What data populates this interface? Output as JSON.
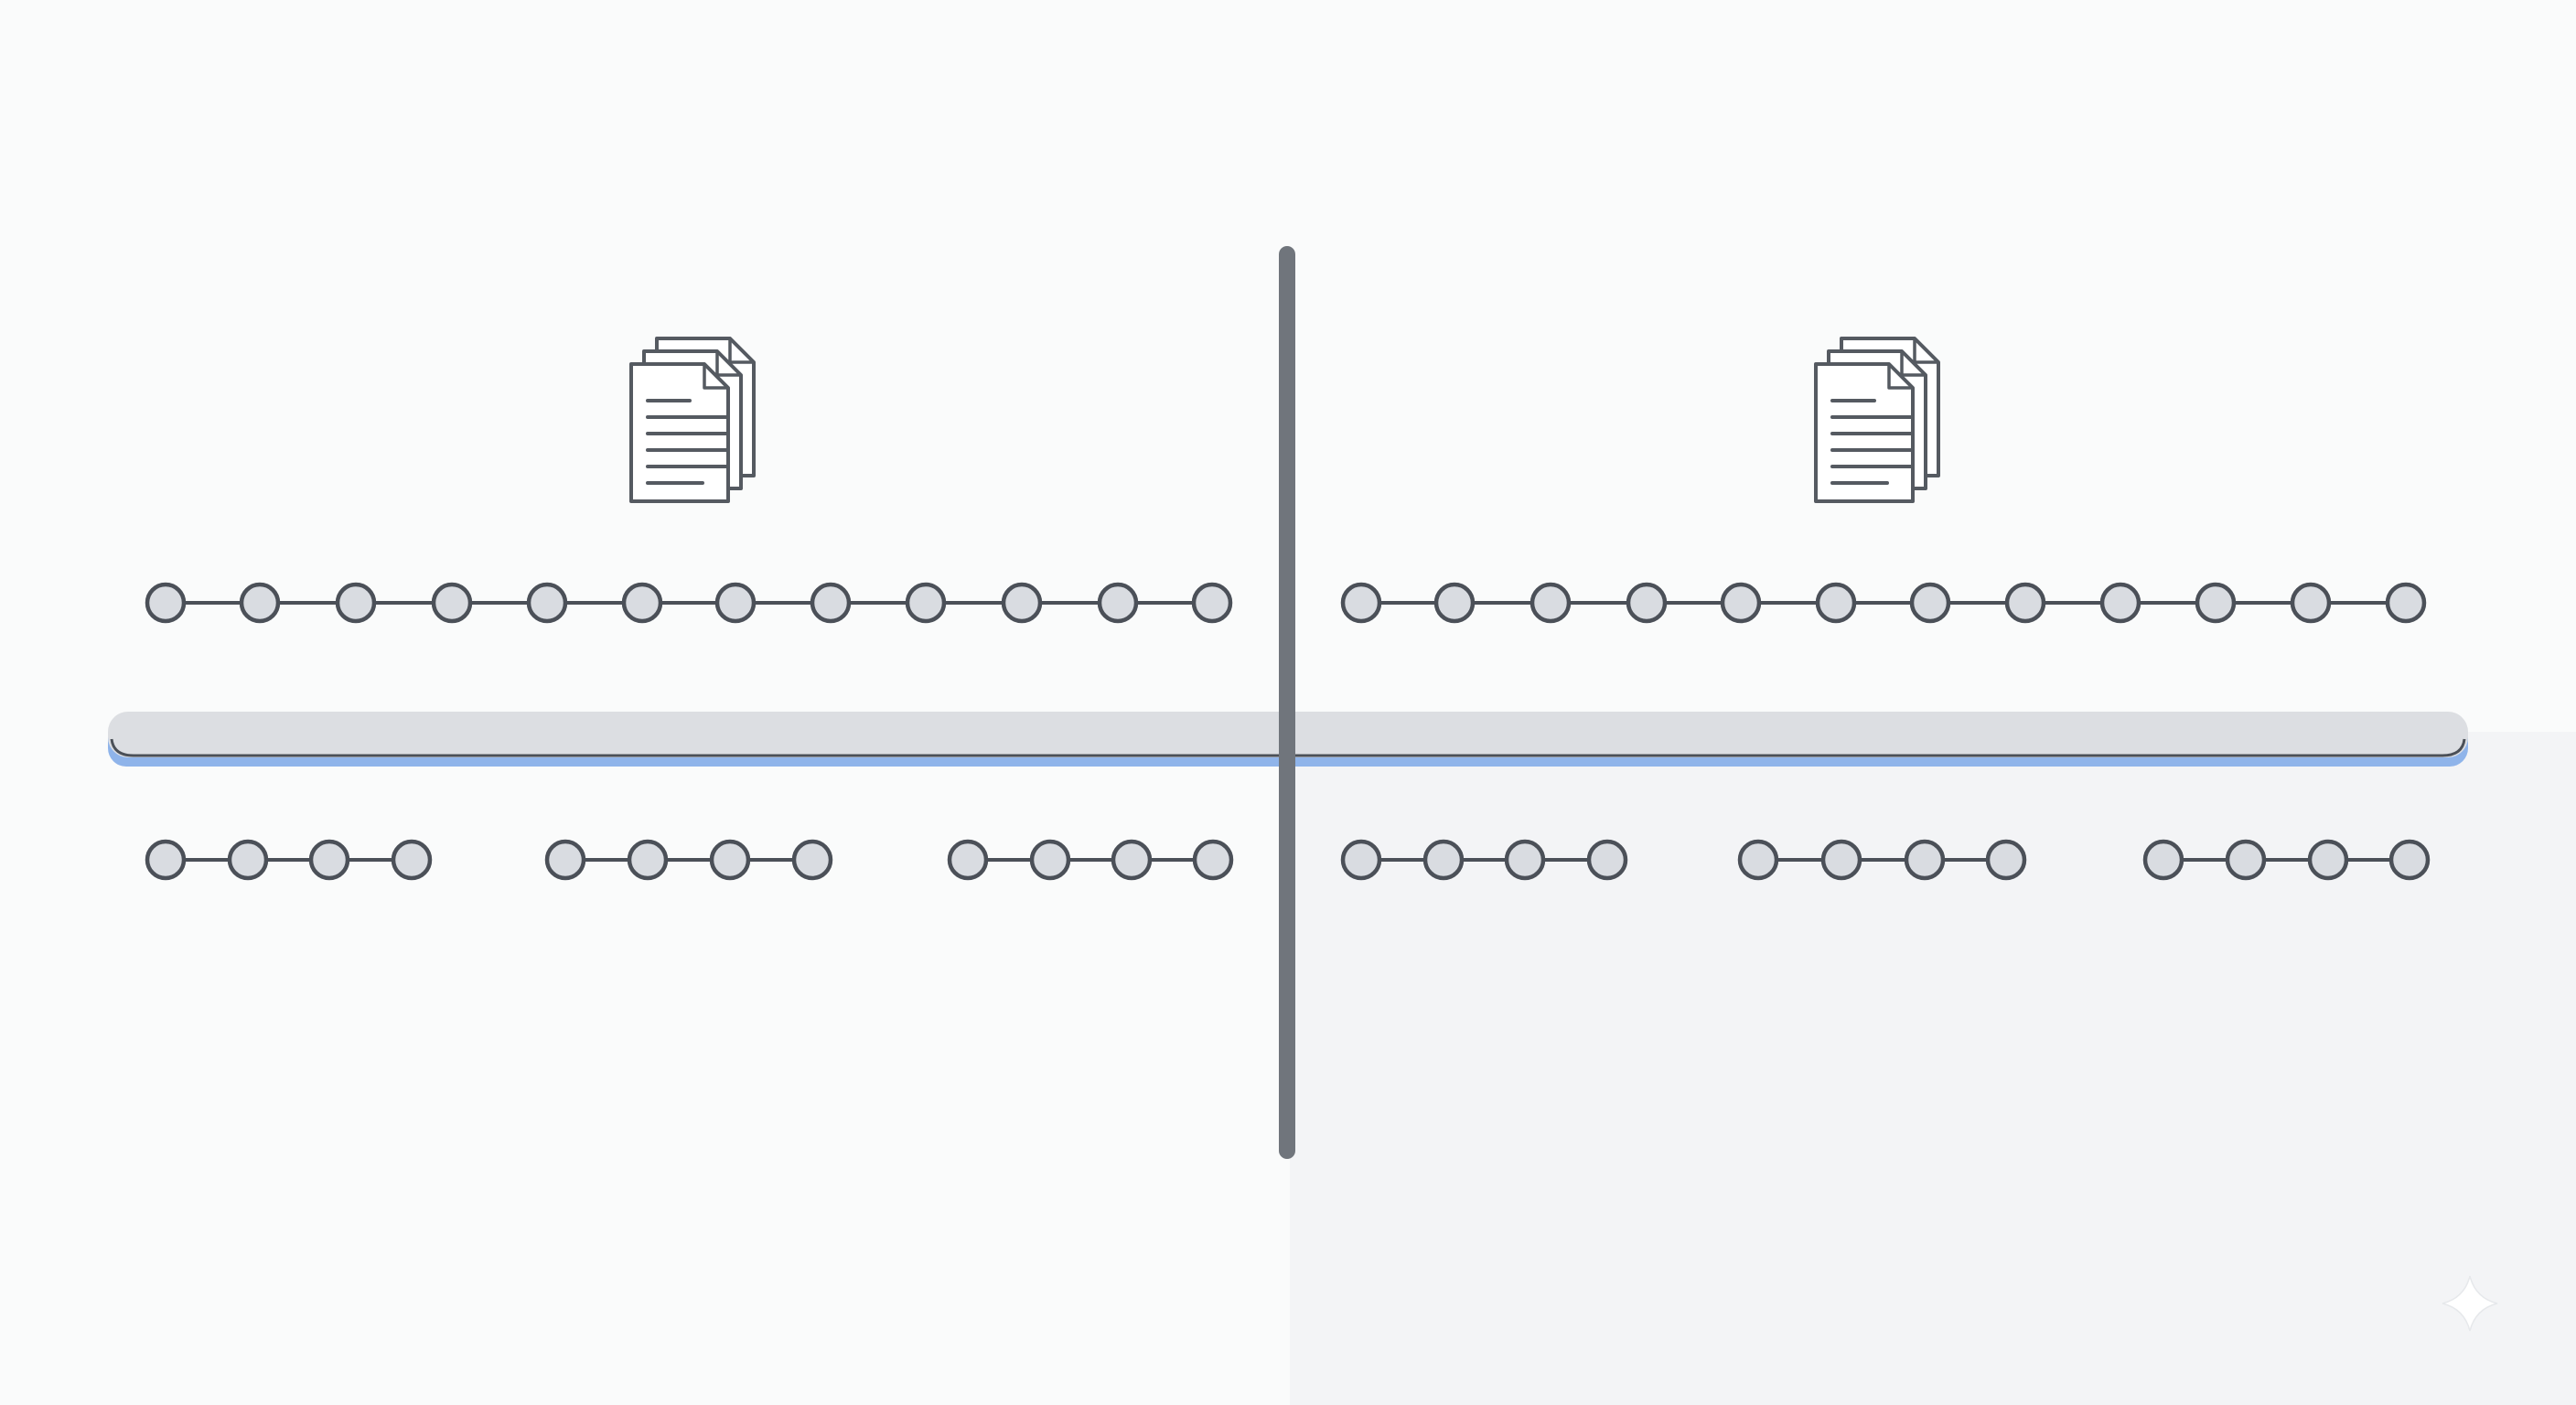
{
  "diagram": {
    "panels": [
      {
        "id": "left",
        "icon": "document-stack-icon",
        "top_row_nodes": 12,
        "bottom_groups": [
          4,
          4,
          4
        ]
      },
      {
        "id": "right",
        "icon": "document-stack-icon",
        "top_row_nodes": 12,
        "bottom_groups": [
          4,
          4,
          4
        ]
      }
    ],
    "divider": "vertical-divider",
    "track": "horizontal-track"
  },
  "colors": {
    "background": "#fafbfb",
    "right_panel_shade": "#f3f4f6",
    "stroke": "#4b5058",
    "node_fill": "#d9dce1",
    "track_fill": "#dcdee2",
    "track_accent": "#8fb4ea",
    "divider": "#70757c",
    "icon_stroke": "#555a61",
    "sparkle": "#ffffff"
  }
}
